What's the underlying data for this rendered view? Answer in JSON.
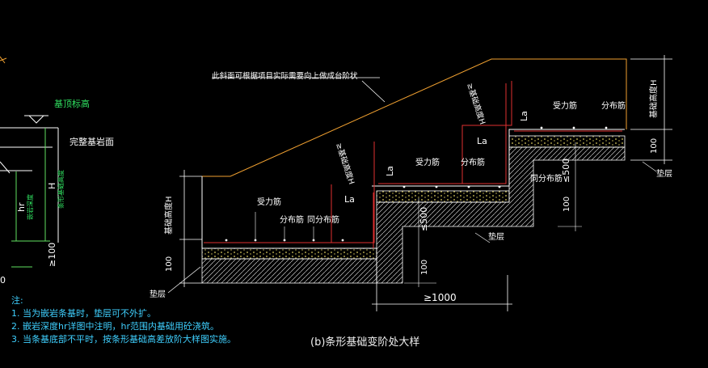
{
  "colors": {
    "background": "#000000",
    "white_line": "#ffffff",
    "rebar_red": "#e03030",
    "slope_orange": "#f0a030",
    "label_green": "#30e060",
    "note_cyan": "#3fd0ff",
    "dim_green": "#60e060",
    "hatch_yellow": "#e0d060"
  },
  "labels": {
    "slope_note": "此斜面可根据项目实际需要向上做成台阶状",
    "top_elevation": "基顶标高",
    "rock_surface": "完整基岩面",
    "hr": "hr",
    "hr_desc": "嵌岩深度",
    "H": "H",
    "H_desc": "条形基础高度",
    "ge100_left": "≥100",
    "left_frag_top": "0",
    "foundation_height_left": "基础高度H",
    "foundation_height_mid": "≥基础高度H",
    "foundation_height_upper": "≥基础高度H",
    "foundation_height_right": "基础高度H",
    "La": "La",
    "main_bar": "受力筋",
    "dist_bar": "分布筋",
    "same_dist_bar": "同分布筋",
    "le500": "≤500",
    "dim100": "100",
    "ge1000": "≥1000",
    "cushion": "垫层"
  },
  "notes": {
    "title": "注:",
    "items": [
      "1. 当为嵌岩条基时，垫层可不外扩。",
      "2. 嵌岩深度hr详图中注明，hr范围内基础用砼浇筑。",
      "3. 当条基底部不平时，按条形基础高差放阶大样图实施。"
    ]
  },
  "caption": "(b)条形基础变阶处大样"
}
